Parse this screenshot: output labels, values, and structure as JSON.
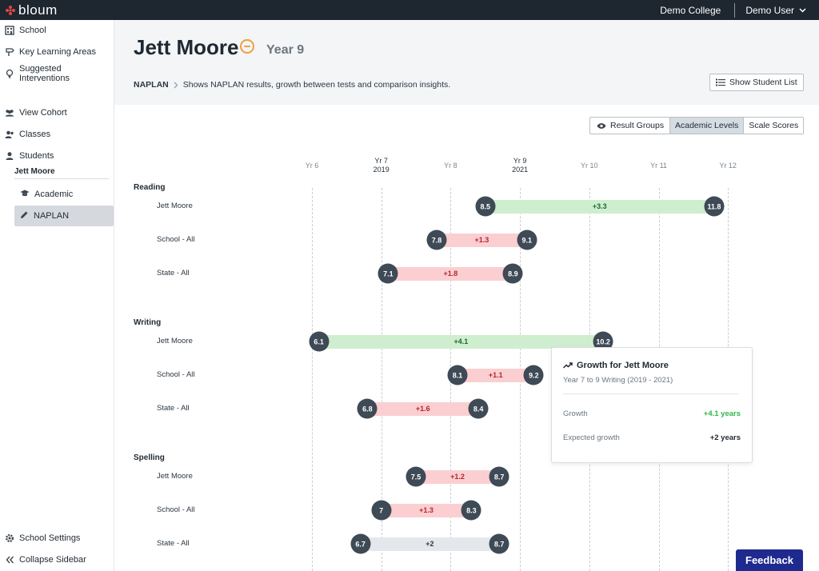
{
  "app": {
    "logo": "bloum",
    "college": "Demo College",
    "user": "Demo User"
  },
  "sidebar": {
    "items": [
      {
        "label": "School",
        "icon": "building-icon"
      },
      {
        "label": "Key Learning Areas",
        "icon": "signpost-icon"
      },
      {
        "label": "Suggested Interventions",
        "icon": "lightbulb-icon"
      },
      {
        "label": "View Cohort",
        "icon": "group-icon"
      },
      {
        "label": "Classes",
        "icon": "users-icon"
      },
      {
        "label": "Students",
        "icon": "user-icon"
      }
    ],
    "student_header": "Jett Moore",
    "student_items": [
      {
        "label": "Academic",
        "icon": "graduation-cap-icon"
      },
      {
        "label": "NAPLAN",
        "icon": "pencil-icon",
        "active": true
      }
    ],
    "settings": "School Settings",
    "collapse": "Collapse Sidebar"
  },
  "header": {
    "student_name": "Jett Moore",
    "year": "Year 9",
    "breadcrumb_main": "NAPLAN",
    "breadcrumb_desc": "Shows NAPLAN results, growth between tests and comparison insights.",
    "show_list": "Show Student List"
  },
  "toolbar": {
    "result_groups": "Result Groups",
    "academic_levels": "Academic Levels",
    "scale_scores": "Scale Scores"
  },
  "axis": [
    {
      "label": "Yr 6",
      "sub": ""
    },
    {
      "label": "Yr 7",
      "sub": "2019"
    },
    {
      "label": "Yr 8",
      "sub": ""
    },
    {
      "label": "Yr 9",
      "sub": "2021"
    },
    {
      "label": "Yr 10",
      "sub": ""
    },
    {
      "label": "Yr 11",
      "sub": ""
    },
    {
      "label": "Yr 12",
      "sub": ""
    }
  ],
  "sections": [
    {
      "name": "Reading",
      "rows": [
        {
          "label": "Jett Moore",
          "start": 8.5,
          "end": 11.8,
          "growth": "+3.3",
          "status": "pos"
        },
        {
          "label": "School - All",
          "start": 7.8,
          "end": 9.1,
          "growth": "+1.3",
          "status": "neg"
        },
        {
          "label": "State - All",
          "start": 7.1,
          "end": 8.9,
          "growth": "+1.8",
          "status": "neg"
        }
      ]
    },
    {
      "name": "Writing",
      "rows": [
        {
          "label": "Jett Moore",
          "start": 6.1,
          "end": 10.2,
          "growth": "+4.1",
          "status": "pos"
        },
        {
          "label": "School - All",
          "start": 8.1,
          "end": 9.2,
          "growth": "+1.1",
          "status": "neg"
        },
        {
          "label": "State - All",
          "start": 6.8,
          "end": 8.4,
          "growth": "+1.6",
          "status": "neg"
        }
      ]
    },
    {
      "name": "Spelling",
      "rows": [
        {
          "label": "Jett Moore",
          "start": 7.5,
          "end": 8.7,
          "growth": "+1.2",
          "status": "neg"
        },
        {
          "label": "School - All",
          "start": 7,
          "end": 8.3,
          "growth": "+1.3",
          "status": "neg"
        },
        {
          "label": "State - All",
          "start": 6.7,
          "end": 8.7,
          "growth": "+2",
          "status": "neu"
        }
      ]
    }
  ],
  "tooltip": {
    "title": "Growth for Jett Moore",
    "subtitle": "Year 7 to 9 Writing (2019 - 2021)",
    "growth_label": "Growth",
    "growth_value": "+4.1 years",
    "expected_label": "Expected growth",
    "expected_value": "+2 years"
  },
  "feedback": "Feedback",
  "colors": {
    "positive": "#cfeecf",
    "negative": "#fbcfd1",
    "neutral": "#e4e8ec",
    "dot": "#3e4a55",
    "accent": "#f0a03c",
    "feedback": "#1f2a8f"
  }
}
